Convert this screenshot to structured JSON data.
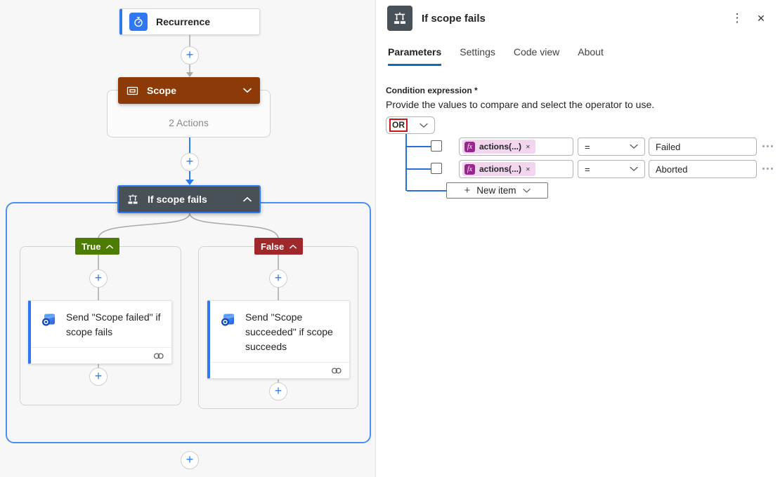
{
  "canvas": {
    "trigger": {
      "label": "Recurrence"
    },
    "scope": {
      "label": "Scope",
      "summary": "2 Actions"
    },
    "condition": {
      "label": "If scope fails"
    },
    "true_branch": {
      "label": "True",
      "action_label": "Send \"Scope failed\" if scope fails"
    },
    "false_branch": {
      "label": "False",
      "action_label": "Send \"Scope succeeded\" if scope succeeds"
    }
  },
  "panel": {
    "title": "If scope fails",
    "tabs": [
      {
        "label": "Parameters"
      },
      {
        "label": "Settings"
      },
      {
        "label": "Code view"
      },
      {
        "label": "About"
      }
    ],
    "active_tab": "Parameters",
    "condition_label": "Condition expression *",
    "condition_help": "Provide the values to compare and select the operator to use.",
    "group_operator": "OR",
    "rows": [
      {
        "operand": "actions(...)",
        "operator": "=",
        "value": "Failed"
      },
      {
        "operand": "actions(...)",
        "operator": "=",
        "value": "Aborted"
      }
    ],
    "new_item_label": "New item"
  },
  "icons": {
    "plus": "+",
    "kebab_menu": "⋮",
    "close": "✕",
    "chip_remove": "✕",
    "fx": "fx"
  },
  "colors": {
    "accent_blue": "#3077f3",
    "connector_blue": "#2b7cf0",
    "selection_blue": "#4a90f4",
    "scope_brown": "#8b3a08",
    "condition_gray": "#485058",
    "true_green": "#4c7d00",
    "false_red": "#9e282b",
    "fx_magenta": "#99258f",
    "chip_pink": "#f2d5ee",
    "tab_underline": "#0f6cbd",
    "or_outline_red": "#cc1414"
  }
}
